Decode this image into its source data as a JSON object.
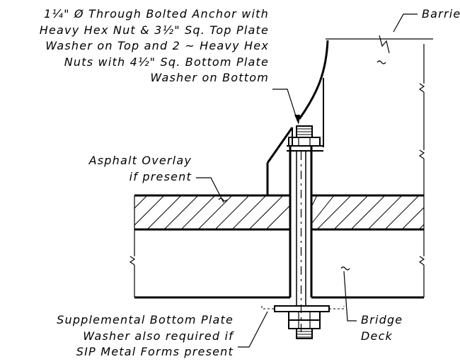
{
  "labels": {
    "anchor": [
      "1¼\" Ø Through Bolted Anchor with",
      "Heavy Hex Nut & 3½\" Sq. Top Plate",
      "Washer on Top and 2 ~ Heavy Hex",
      "Nuts with 4½\" Sq. Bottom Plate",
      "Washer on Bottom"
    ],
    "barrier": "Barrie",
    "asphalt": [
      "Asphalt Overlay",
      "if present"
    ],
    "deck": [
      "Bridge",
      "Deck"
    ],
    "supplemental": [
      "Supplemental Bottom Plate",
      "Washer also required if",
      "SIP Metal Forms present"
    ]
  },
  "colors": {
    "line": "#000000",
    "background": "#ffffff"
  }
}
